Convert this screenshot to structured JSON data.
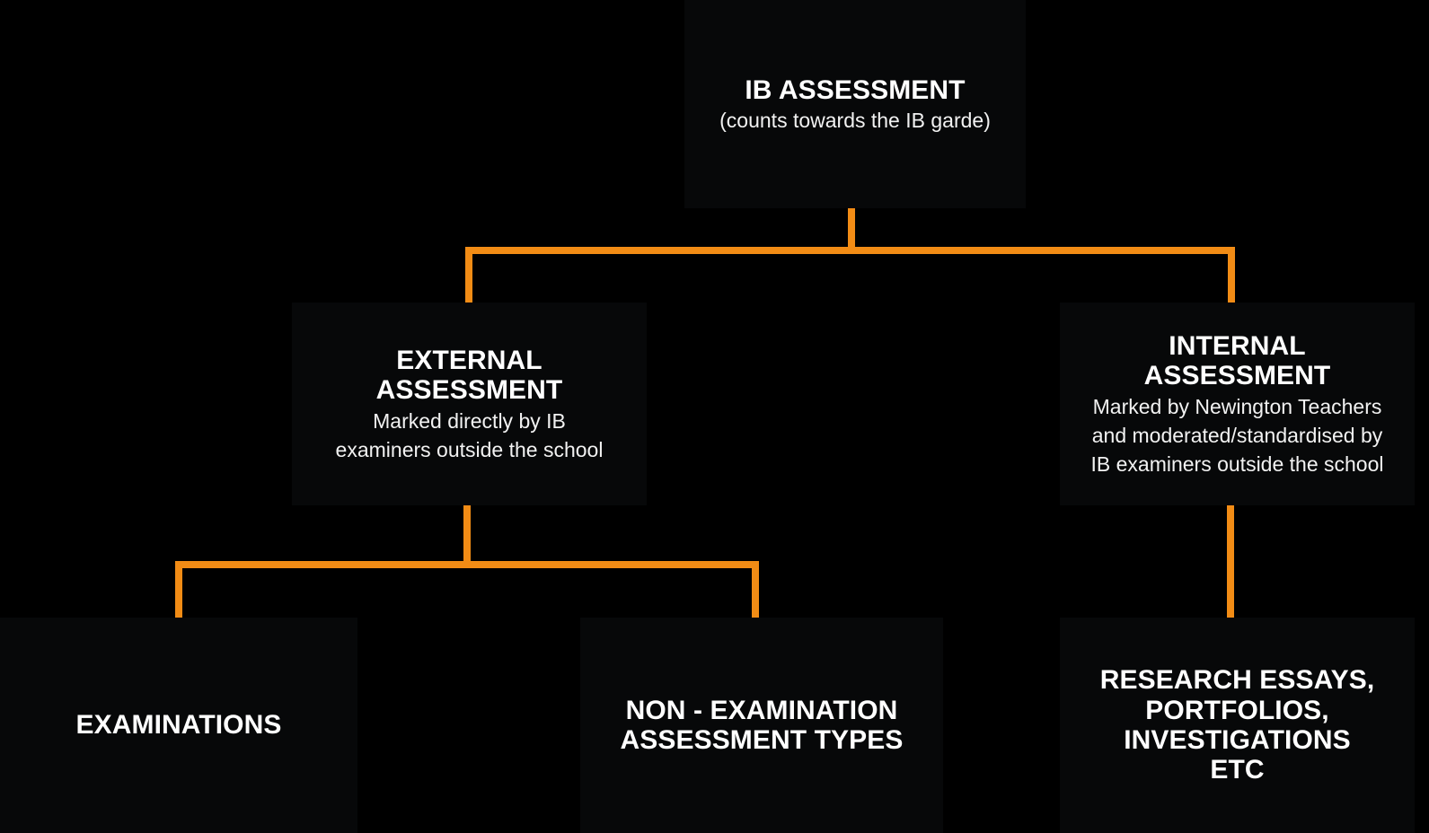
{
  "diagram": {
    "accent_color": "#F28C15",
    "background_color": "#000000",
    "box_color": "#070809",
    "text_color": "#FFFFFF",
    "nodes": {
      "root": {
        "title": "IB ASSESSMENT",
        "subtitle": "(counts towards the IB garde)"
      },
      "external": {
        "title_line1": "EXTERNAL",
        "title_line2": "ASSESSMENT",
        "subtitle_line1": "Marked directly by IB",
        "subtitle_line2": "examiners outside the school"
      },
      "internal": {
        "title_line1": "INTERNAL",
        "title_line2": "ASSESSMENT",
        "subtitle_line1": "Marked by Newington Teachers",
        "subtitle_line2": "and moderated/standardised by",
        "subtitle_line3": "IB examiners outside the school"
      },
      "examinations": {
        "title": "EXAMINATIONS"
      },
      "non_examination": {
        "title_line1": "NON - EXAMINATION",
        "title_line2": "ASSESSMENT TYPES"
      },
      "research": {
        "title_line1": "RESEARCH ESSAYS,",
        "title_line2": "PORTFOLIOS,",
        "title_line3": "INVESTIGATIONS",
        "title_line4": "ETC"
      }
    }
  }
}
